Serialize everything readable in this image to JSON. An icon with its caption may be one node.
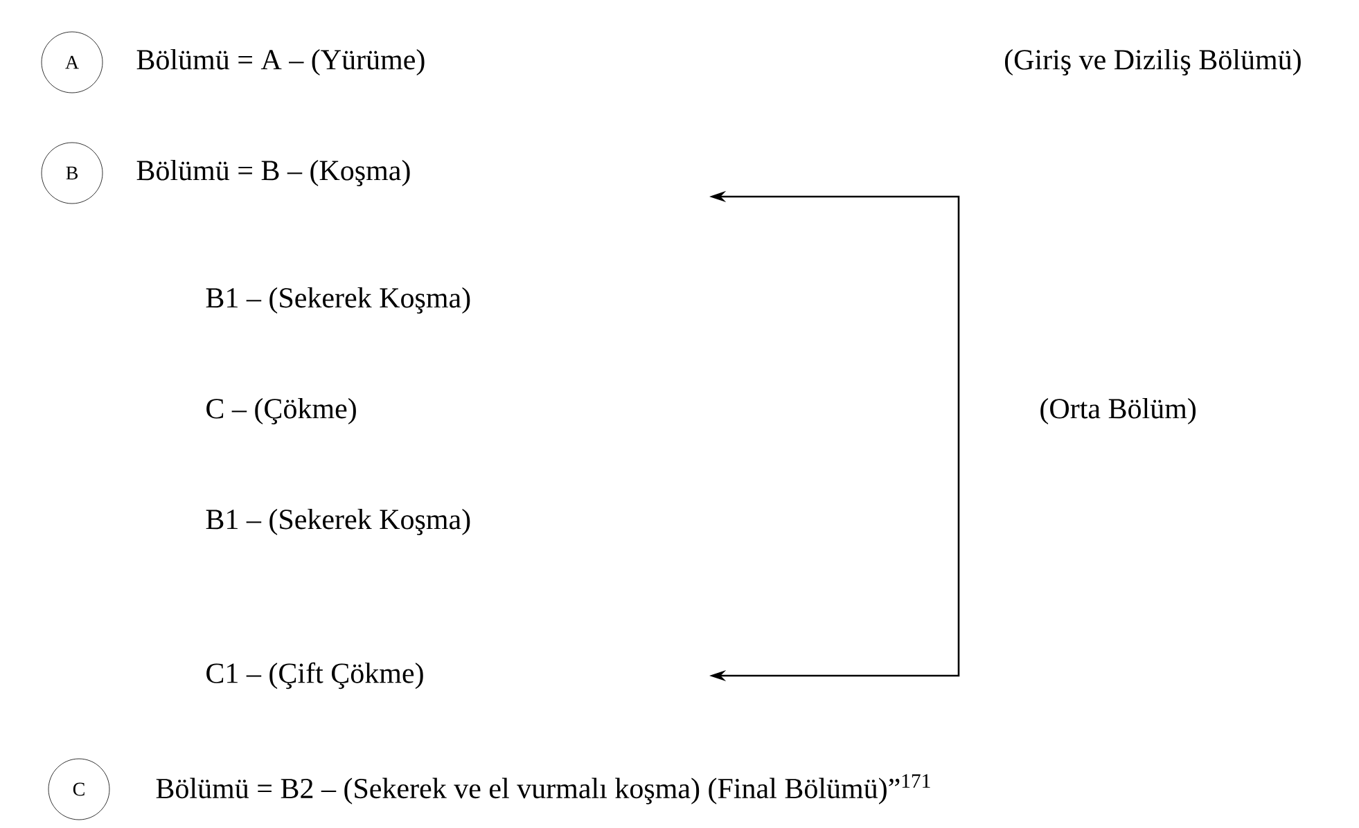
{
  "diagram": {
    "nodes": [
      {
        "text": [
          "A"
        ]
      },
      {
        "text": [
          "B"
        ]
      },
      {
        "text": [
          "C"
        ]
      }
    ],
    "labels": [
      "Bölümü = A – (Yürüme)",
      "(Giriş ve Diziliş Bölümü)",
      "Bölümü = B – (Koşma)",
      "B1 – (Sekerek Koşma)",
      "C – (Çökme)",
      "(Orta Bölüm)",
      "B1 – (Sekerek Koşma)",
      "C1 – (Çift Çökme)",
      "Bölümü = B2 – (Sekerek ve el vurmalı koşma) (Final Bölümü)”$^{171}$"
    ]
  }
}
